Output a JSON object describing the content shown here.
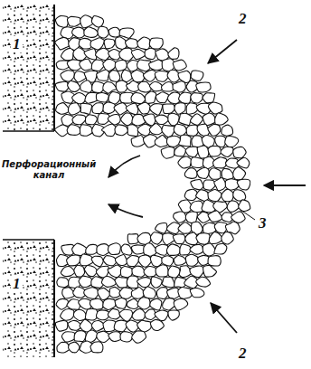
{
  "diagram": {
    "labels": [
      "2",
      "1",
      "Перфорационный канал",
      "3",
      "1",
      "2"
    ]
  }
}
